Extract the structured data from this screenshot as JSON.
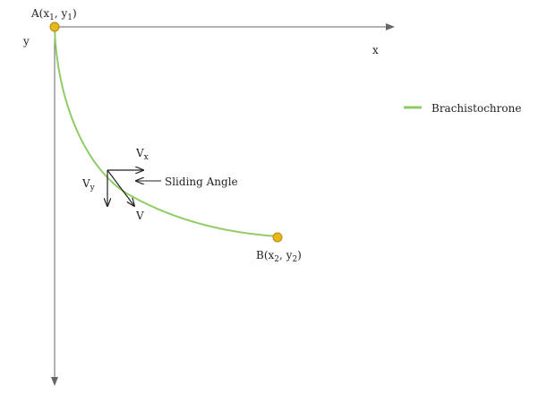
{
  "labels": {
    "point_a": {
      "name": "A(x",
      "s1": "1",
      "mid": ", y",
      "s2": "1",
      "end": ")"
    },
    "point_b": {
      "name": "B(x",
      "s1": "2",
      "mid": ", y",
      "s2": "2",
      "end": ")"
    },
    "x_axis": "x",
    "y_axis": "y",
    "vx": {
      "base": "V",
      "sub": "x"
    },
    "vy": {
      "base": "V",
      "sub": "y"
    },
    "v": "V",
    "sliding_angle": "Sliding Angle"
  },
  "legend": {
    "curve_name": "Brachistochrone"
  },
  "colors": {
    "curve": "#8fcc66",
    "point_fill": "#e8b81a",
    "point_stroke": "#b08a10",
    "axis": "#666666",
    "arrow": "#222222"
  }
}
